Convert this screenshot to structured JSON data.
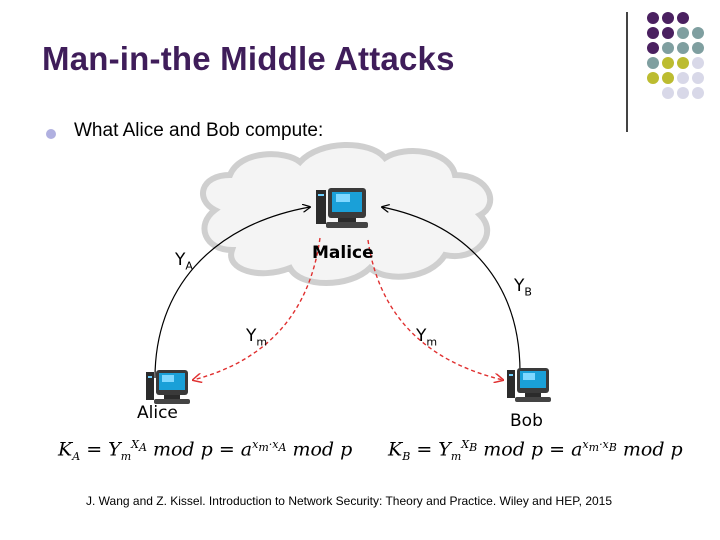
{
  "slide": {
    "title": "Man-in-the Middle Attacks",
    "bullet": "What Alice and Bob compute:",
    "citation": "J. Wang and Z. Kissel. Introduction to Network Security: Theory and Practice. Wiley and HEP, 2015"
  },
  "diagram": {
    "malice_label": "Malice",
    "alice_label": "Alice",
    "bob_label": "Bob",
    "ya_label_base": "Y",
    "ya_label_sub": "A",
    "yb_label_base": "Y",
    "yb_label_sub": "B",
    "ym_left_base": "Y",
    "ym_left_sub": "m",
    "ym_right_base": "Y",
    "ym_right_sub": "m"
  },
  "formulas": {
    "left": {
      "k": "K",
      "k_sub": "A",
      "eq1": " = Y",
      "y_sub": "m",
      "exp1": "X",
      "exp1_sub": "A",
      "mod1": " mod p = a",
      "exp2": "x",
      "exp2_sub1": "m",
      "exp2_dot": "·x",
      "exp2_sub2": "A",
      "mod2": " mod p"
    },
    "right": {
      "k": "K",
      "k_sub": "B",
      "eq1": " = Y",
      "y_sub": "m",
      "exp1": "X",
      "exp1_sub": "B",
      "mod1": " mod p = a",
      "exp2": "x",
      "exp2_sub1": "m",
      "exp2_dot": "·x",
      "exp2_sub2": "B",
      "mod2": " mod p"
    }
  },
  "colors": {
    "title": "#3f1d5a",
    "dot_purple": "#4a2060",
    "dot_teal": "#7f9fa0",
    "dot_olive": "#bcbc30",
    "dot_light": "#d8d8e8",
    "dashed_arrow": "#e03030"
  },
  "icons": [
    "computer-icon"
  ]
}
